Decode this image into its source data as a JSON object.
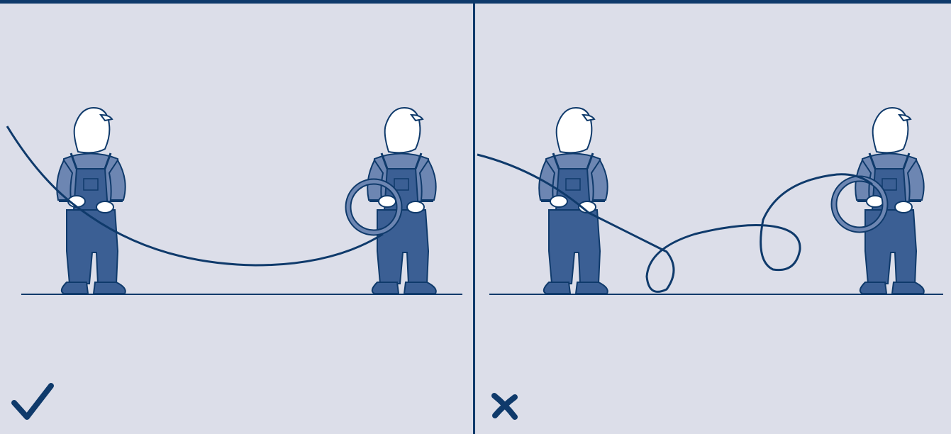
{
  "colors": {
    "background": "#dcdee9",
    "ink": "#0f3a6b",
    "overalls": "#3b5f94",
    "shirt": "#6d86b2",
    "skin": "#ffffff"
  },
  "panels": [
    {
      "id": "correct",
      "verdict": "check-mark-icon",
      "meaning": "correct"
    },
    {
      "id": "incorrect",
      "verdict": "cross-mark-icon",
      "meaning": "incorrect"
    }
  ]
}
